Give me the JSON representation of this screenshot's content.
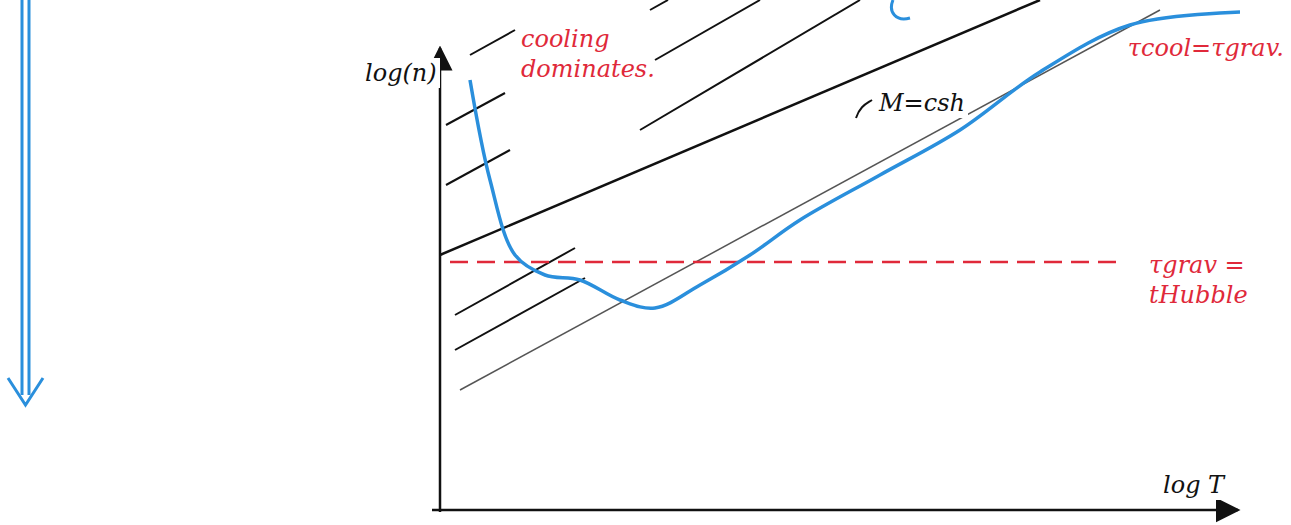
{
  "diagram": {
    "labels": [
      "log(n)",
      "cooling dominates.",
      "τcool=τgrav.",
      "M=csh",
      "τgrav = tHubble",
      "log T"
    ]
  }
}
